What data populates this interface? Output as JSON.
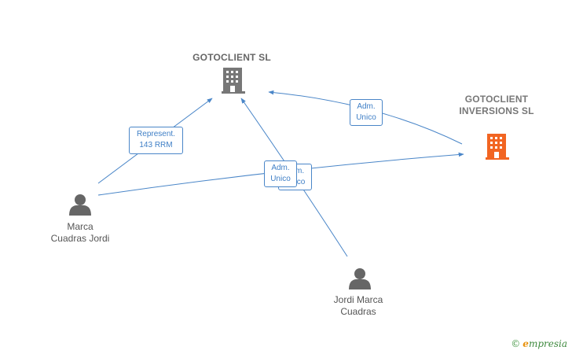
{
  "nodes": {
    "gotoclient_sl": {
      "label": "GOTOCLIENT SL"
    },
    "gotoclient_inversiones": {
      "label": "GOTOCLIENT INVERSIONS SL"
    },
    "marca_cuadras_jordi": {
      "label": "Marca Cuadras Jordi"
    },
    "jordi_marca_cuadras": {
      "label": "Jordi Marca Cuadras"
    }
  },
  "edges": {
    "represent": {
      "line1": "Represent.",
      "line2": "143 RRM"
    },
    "adm_unico_inversiones": {
      "line1": "Adm.",
      "line2": "Unico"
    },
    "adm_unico_jordi_1": {
      "line1": "Adm.",
      "line2": "Unico"
    },
    "adm_unico_jordi_2": {
      "line1": "Adm.",
      "line2": "Unico"
    }
  },
  "brand": {
    "copyright": "©",
    "initial": "e",
    "rest": "mpresia"
  },
  "colors": {
    "edge": "#4a86c8",
    "company": "#777777",
    "company_highlight": "#f26522",
    "person": "#666666"
  }
}
